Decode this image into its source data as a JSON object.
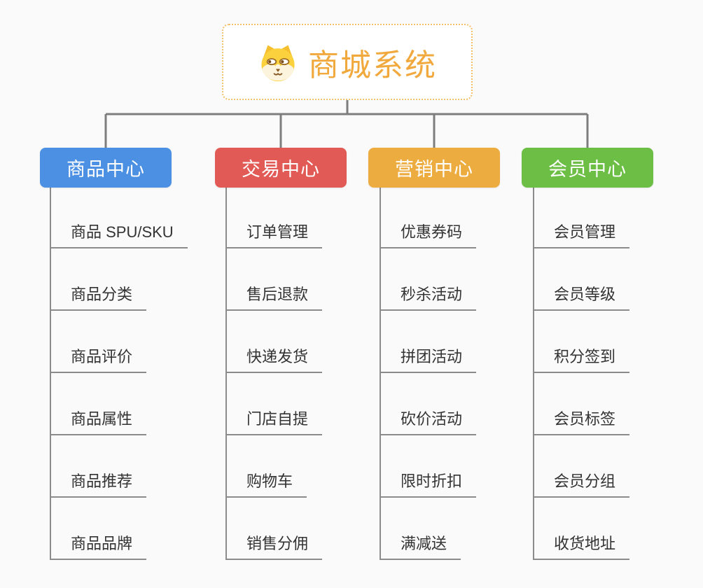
{
  "page": {
    "background_color": "#fafafa",
    "connector_color": "#7d7d7d",
    "underline_color": "#8b8b8b",
    "leaf_text_color": "#333333"
  },
  "root": {
    "title": "商城系统",
    "icon": "shiba-dog-icon",
    "title_color": "#f1a93d",
    "border_color": "#f3c06c"
  },
  "branches": [
    {
      "label": "商品中心",
      "color": "#4b90e2",
      "children": [
        "商品 SPU/SKU",
        "商品分类",
        "商品评价",
        "商品属性",
        "商品推荐",
        "商品品牌"
      ]
    },
    {
      "label": "交易中心",
      "color": "#e25a55",
      "children": [
        "订单管理",
        "售后退款",
        "快递发货",
        "门店自提",
        "购物车",
        "销售分佣"
      ]
    },
    {
      "label": "营销中心",
      "color": "#edac40",
      "children": [
        "优惠券码",
        "秒杀活动",
        "拼团活动",
        "砍价活动",
        "限时折扣",
        "满减送"
      ]
    },
    {
      "label": "会员中心",
      "color": "#6cbe45",
      "children": [
        "会员管理",
        "会员等级",
        "积分签到",
        "会员标签",
        "会员分组",
        "收货地址"
      ]
    }
  ]
}
